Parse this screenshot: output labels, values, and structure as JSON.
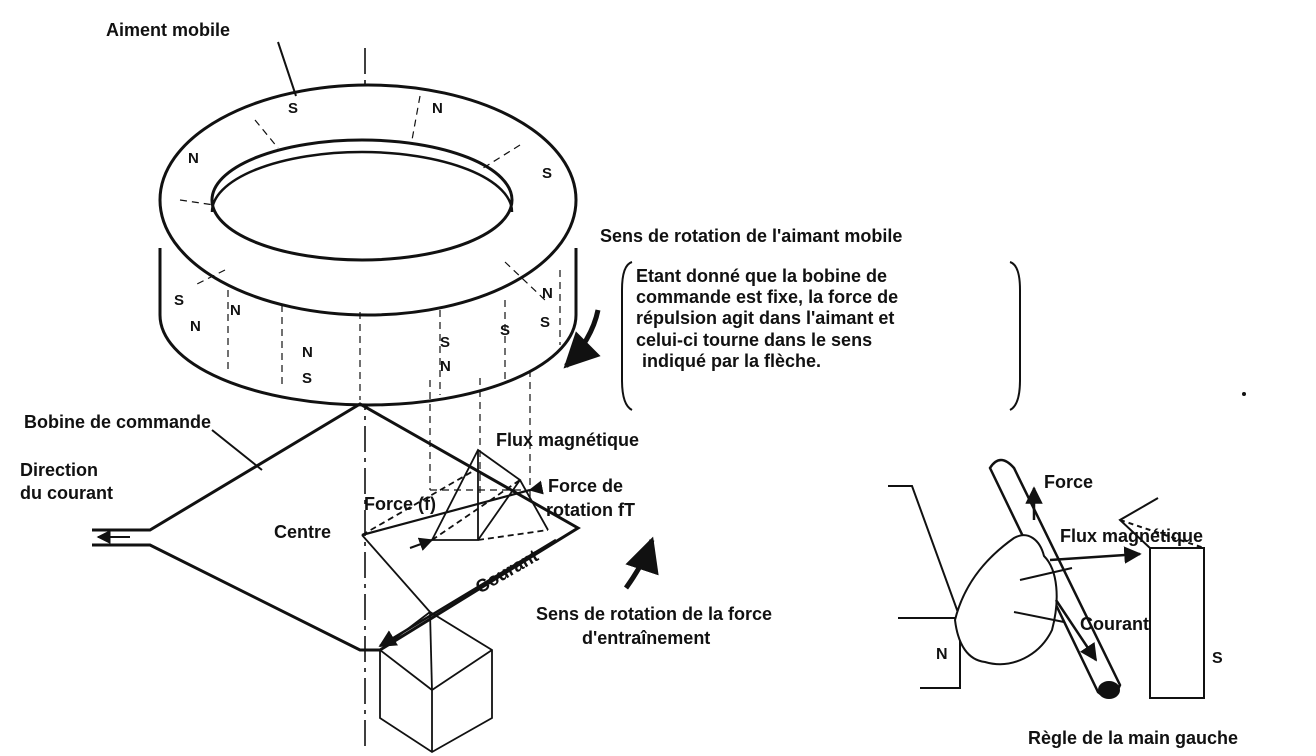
{
  "labels": {
    "aiment_mobile": "Aiment mobile",
    "sens_rotation_aimant": "Sens de rotation de l'aimant mobile",
    "explanation_lines": [
      "Etant donné que la bobine de",
      "commande est fixe, la force de",
      "répulsion agit dans l'aimant et",
      "celui-ci tourne dans le sens",
      "indiqué par la flèche."
    ],
    "bobine_de_commande": "Bobine de commande",
    "direction_line1": "Direction",
    "direction_line2": "du courant",
    "flux_magnetique": "Flux magnétique",
    "force_f": "Force (f)",
    "force_rotation_line1": "Force de",
    "force_rotation_line2": "rotation fT",
    "centre": "Centre",
    "courant": "Courant",
    "sens_rotation_force_line1": "Sens de rotation de la force",
    "sens_rotation_force_line2": "d'entraînement"
  },
  "left_hand_rule": {
    "force": "Force",
    "flux_magnetique": "Flux magnétique",
    "courant": "Courant",
    "pole_n": "N",
    "pole_s": "S",
    "caption": "Règle de la main gauche"
  },
  "ring_poles": {
    "top": [
      "S",
      "N",
      "N",
      "S"
    ],
    "side": [
      "S",
      "N",
      "N",
      "S",
      "N",
      "S",
      "S",
      "N",
      "N",
      "S"
    ]
  }
}
